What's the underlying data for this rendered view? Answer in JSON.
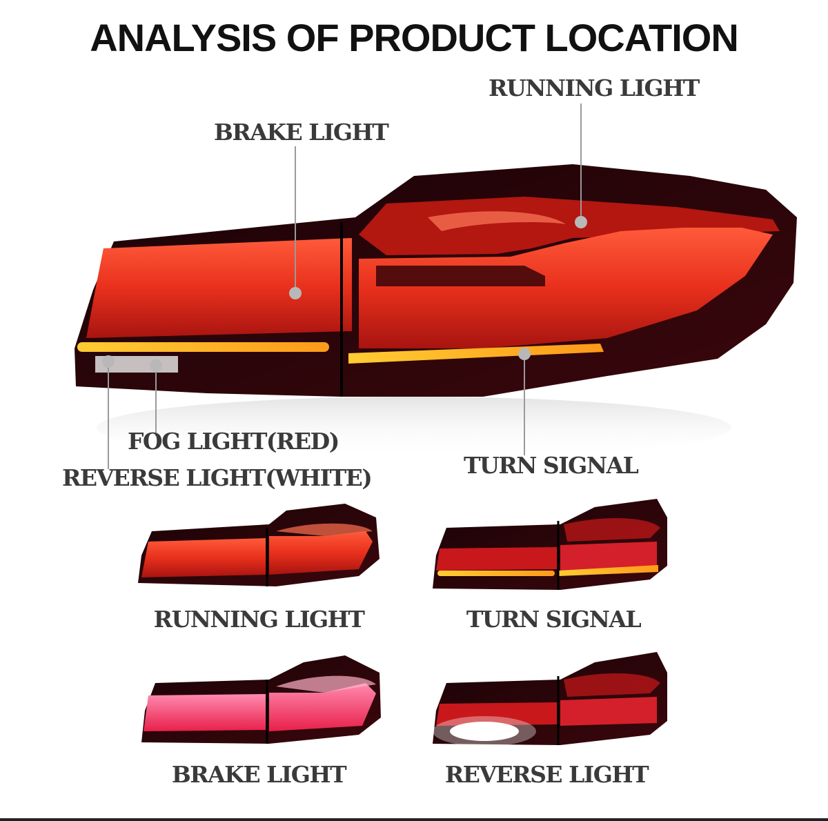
{
  "title": "ANALYSIS OF PRODUCT LOCATION",
  "main_callouts": {
    "running_light": "RUNNING LIGHT",
    "brake_light": "BRAKE LIGHT",
    "fog_light": "FOG LIGHT(RED)",
    "reverse_light": "REVERSE LIGHT(WHITE)",
    "turn_signal": "TURN SIGNAL"
  },
  "variants": [
    {
      "caption": "RUNNING LIGHT"
    },
    {
      "caption": "TURN SIGNAL"
    },
    {
      "caption": "BRAKE LIGHT"
    },
    {
      "caption": "REVERSE LIGHT"
    }
  ],
  "colors": {
    "lamp_red": "#e8301c",
    "lamp_dark": "#2a0508",
    "amber": "#ffb21a",
    "brake_pink": "#ff3a6a",
    "leader_line": "#9a9a9a",
    "marker_dot": "#b8b8b8",
    "label_text": "#3a3a3a"
  }
}
